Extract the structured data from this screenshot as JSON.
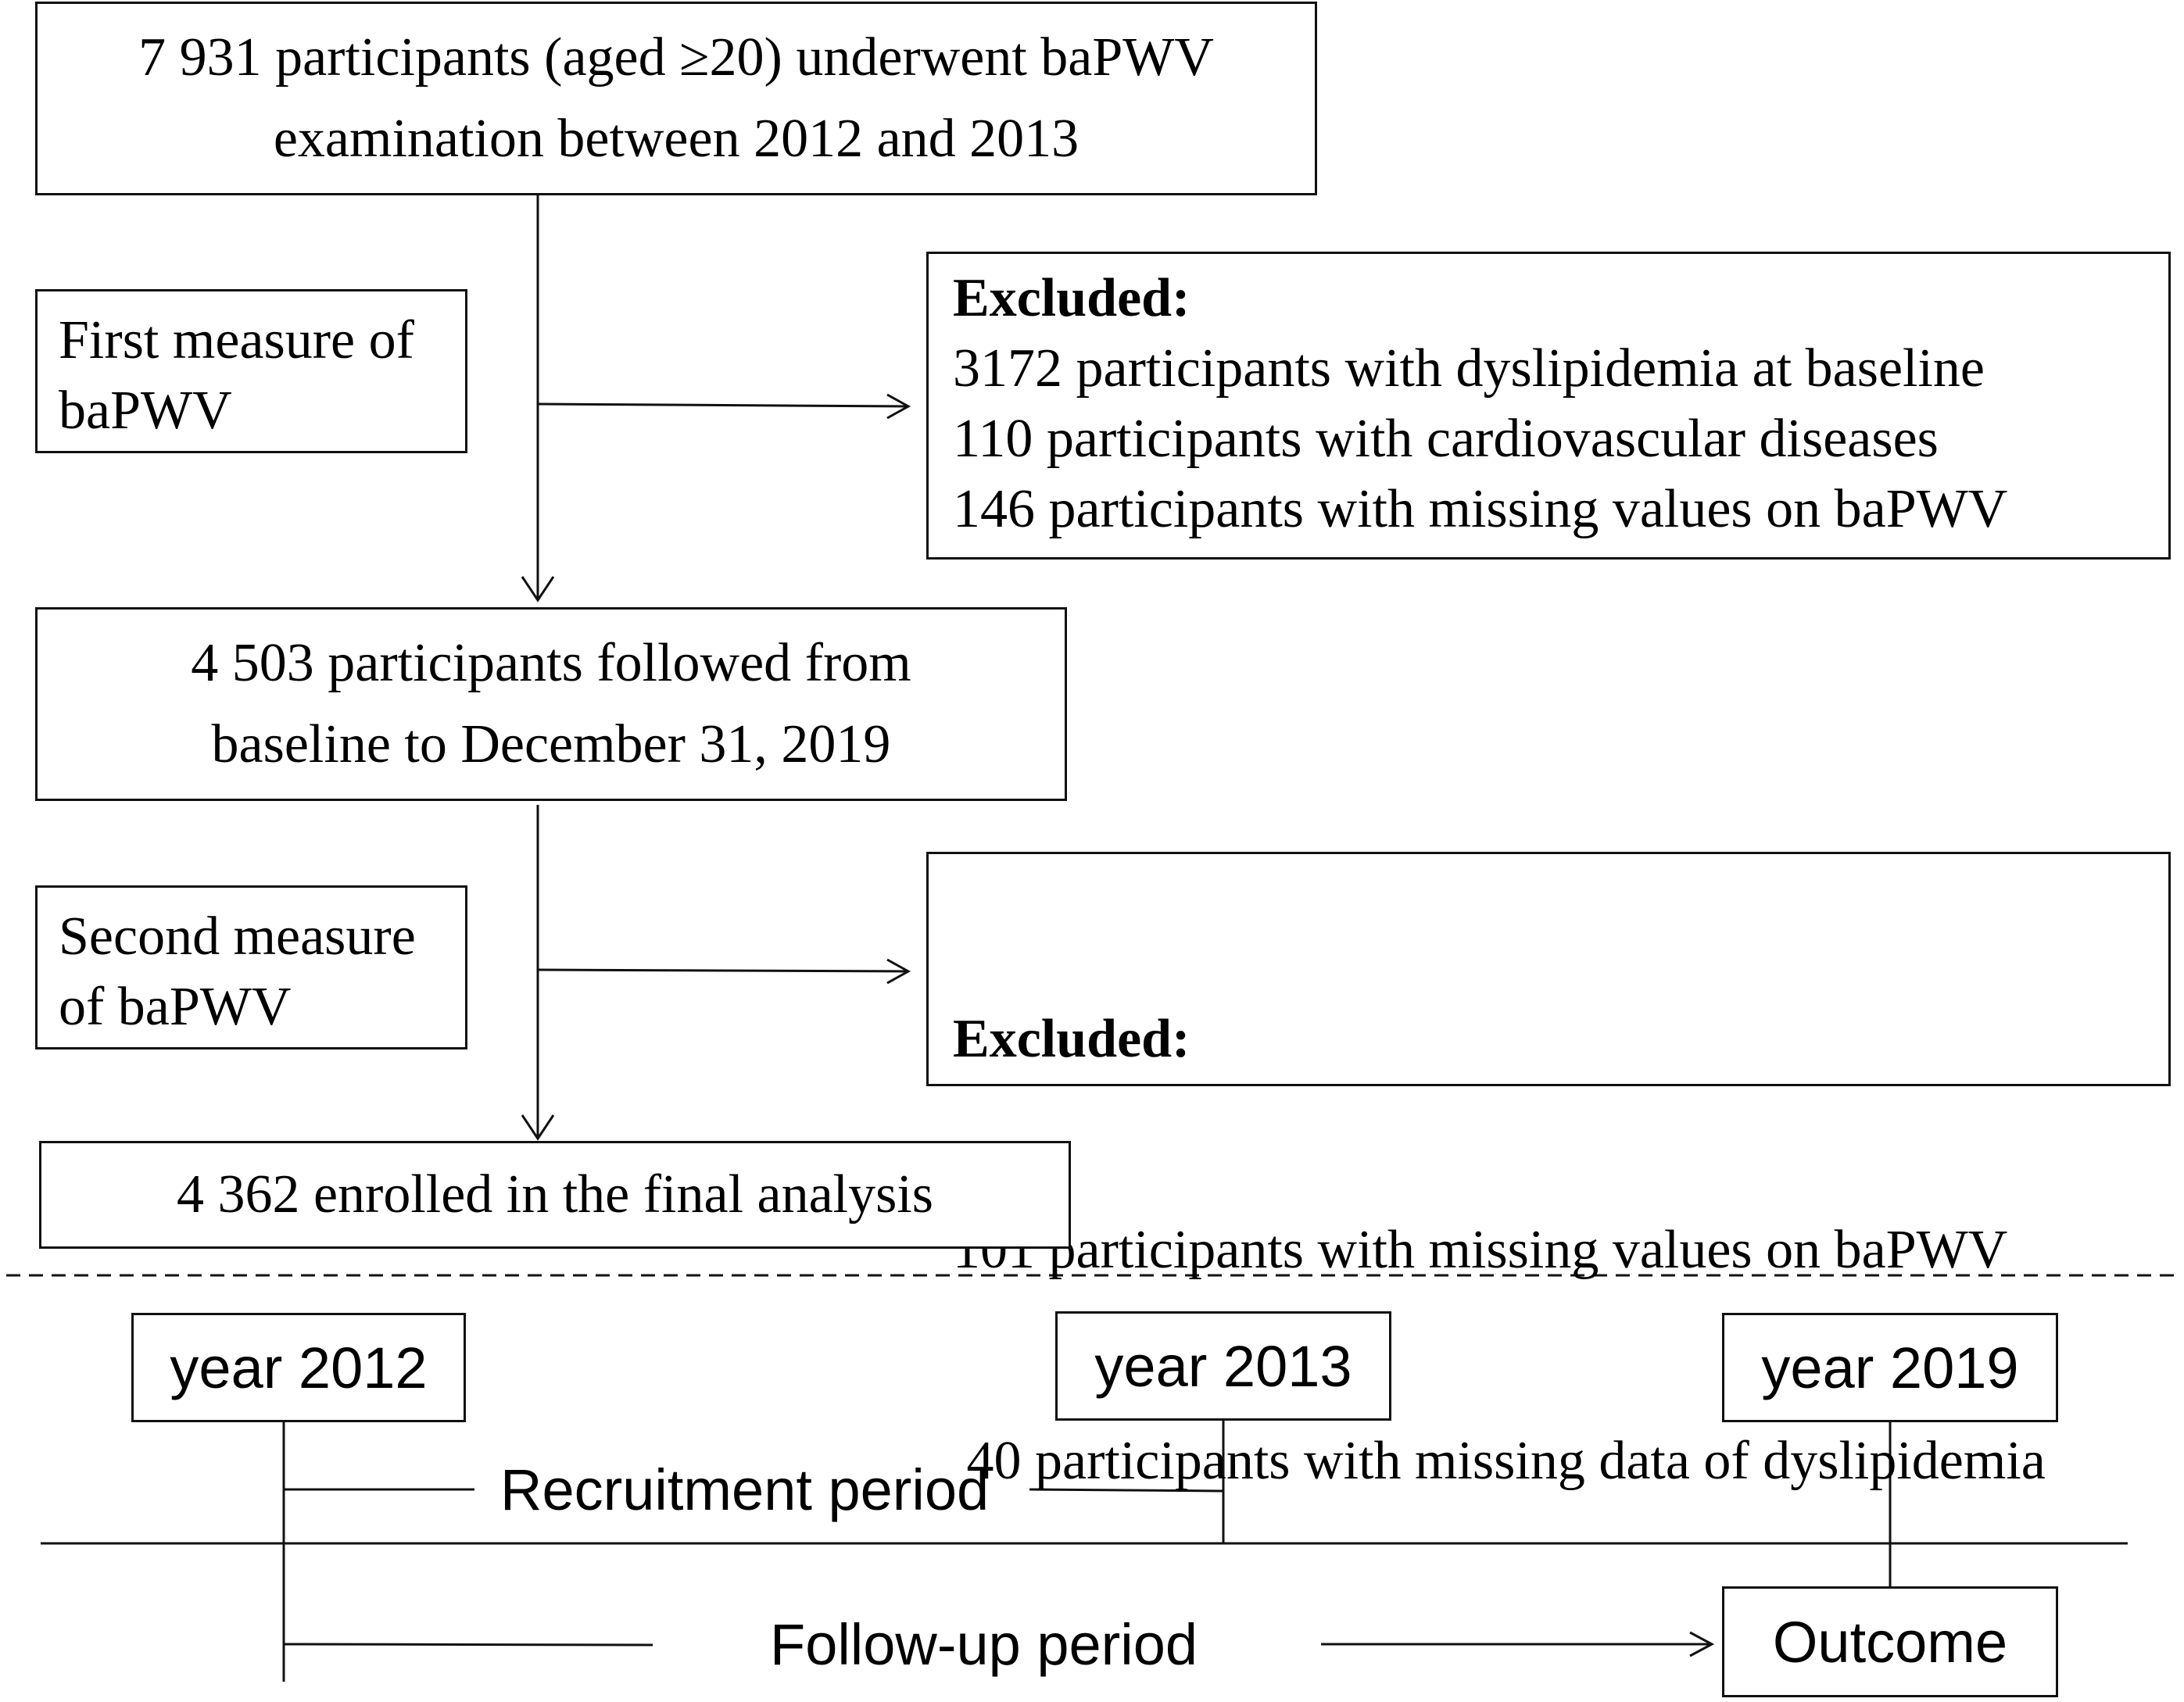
{
  "flowchart": {
    "top_box": {
      "lines": [
        "7 931 participants (aged ≥20) underwent baPWV",
        "examination between 2012 and 2013"
      ]
    },
    "first_measure": {
      "lines": [
        "First measure of",
        "baPWV"
      ]
    },
    "exclusion_1": {
      "heading": "Excluded:",
      "lines": [
        "3172 participants with dyslipidemia at baseline",
        "110 participants with cardiovascular diseases",
        "146 participants with missing values on baPWV"
      ]
    },
    "followed_box": {
      "lines": [
        "4 503 participants followed from",
        "baseline to December 31, 2019"
      ]
    },
    "second_measure": {
      "lines": [
        "Second measure",
        "of baPWV"
      ]
    },
    "exclusion_2": {
      "heading": "Excluded:",
      "lines": [
        "101 participants with missing values on baPWV",
        " 40 participants with missing data of dyslipidemia"
      ]
    },
    "final_box": {
      "text": "4 362 enrolled in the final analysis"
    }
  },
  "timeline": {
    "year_2012": "year 2012",
    "year_2013": "year 2013",
    "year_2019": "year 2019",
    "recruitment_label": "Recruitment period",
    "followup_label": "Follow-up period",
    "outcome_label": "Outcome"
  },
  "colors": {
    "stroke": "#111111",
    "background": "#ffffff"
  }
}
